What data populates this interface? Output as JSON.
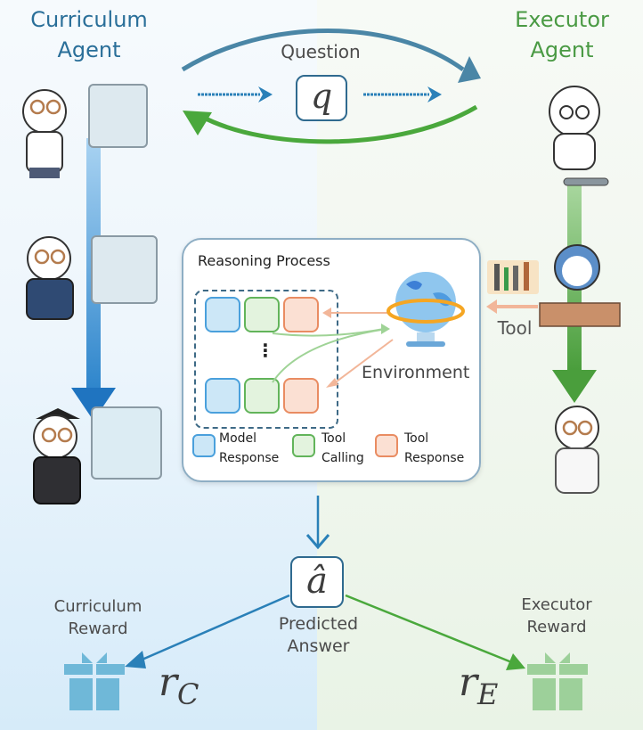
{
  "curriculum_agent": {
    "title_line1": "Curriculum",
    "title_line2": "Agent",
    "color": "#2a6f99"
  },
  "executor_agent": {
    "title_line1": "Executor",
    "title_line2": "Agent",
    "color": "#4a9a44"
  },
  "question": {
    "label": "Question",
    "symbol": "q"
  },
  "reasoning_panel": {
    "title": "Reasoning Process",
    "environment_label": "Environment",
    "ellipsis": "⋮",
    "legend": [
      {
        "label_line1": "Model",
        "label_line2": "Response",
        "color": "#4aa0dc"
      },
      {
        "label_line1": "Tool",
        "label_line2": "Calling",
        "color": "#62b45a"
      },
      {
        "label_line1": "Tool",
        "label_line2": "Response",
        "color": "#e98c62"
      }
    ]
  },
  "tool_label": "Tool",
  "predicted_answer": {
    "symbol": "â",
    "label_line1": "Predicted",
    "label_line2": "Answer"
  },
  "curriculum_reward": {
    "label_line1": "Curriculum",
    "label_line2": "Reward",
    "symbol_main": "r",
    "symbol_sub": "C",
    "color": "#6fb8d8"
  },
  "executor_reward": {
    "label_line1": "Executor",
    "label_line2": "Reward",
    "symbol_main": "r",
    "symbol_sub": "E",
    "color": "#9dd09a"
  },
  "icons": {
    "curriculum_bears": [
      "student-bear-icon",
      "teacher-bear-icon",
      "graduate-bear-icon"
    ],
    "executor_bears": [
      "plain-bear-icon",
      "studying-bear-icon",
      "engineer-bear-icon"
    ],
    "environment": "globe-icon",
    "tools": "toolbox-icon",
    "wrench": "wrench-icon",
    "gift": "gift-icon"
  }
}
